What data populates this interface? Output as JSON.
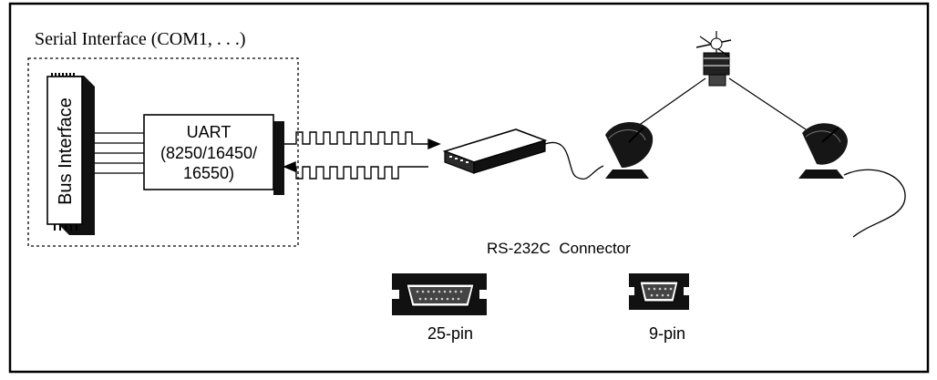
{
  "figure": {
    "title": "Serial Interface (COM1, . . .)",
    "bus_label": "Bus Interface",
    "uart": {
      "line1": "UART",
      "line2": "(8250/16450/",
      "line3": "16550)"
    },
    "connector_caption": "RS-232C  Connector",
    "connectors": [
      {
        "label": "25-pin"
      },
      {
        "label": "9-pin"
      }
    ],
    "icons": [
      "modem-icon",
      "satellite-icon",
      "satellite-dish-icon",
      "db25-connector-icon",
      "db9-connector-icon"
    ]
  }
}
